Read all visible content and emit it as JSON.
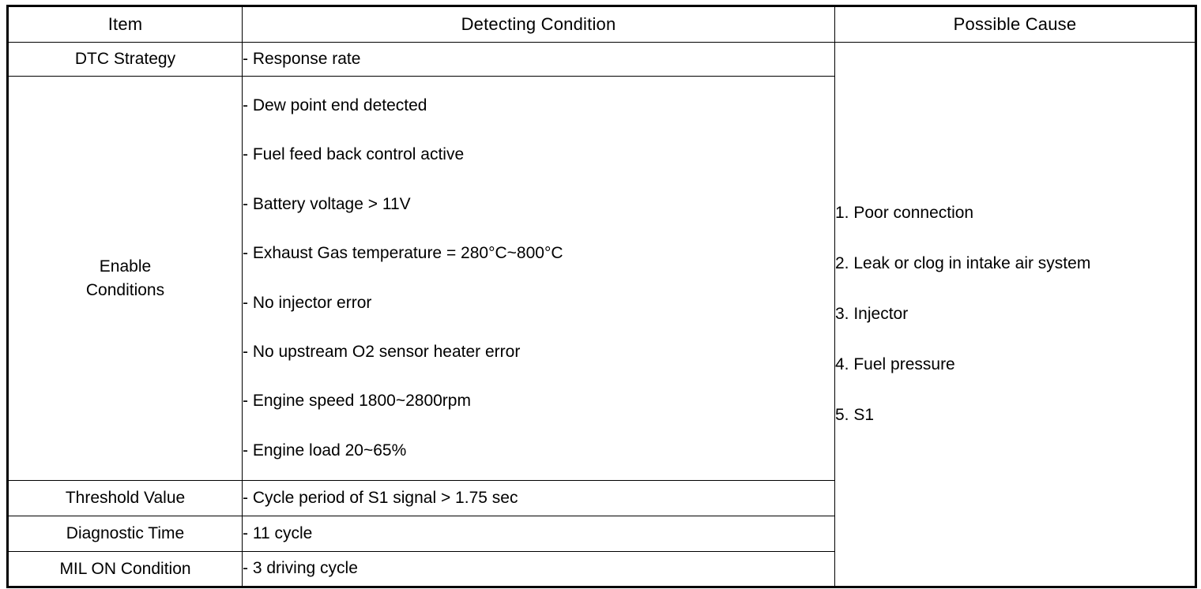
{
  "document": {
    "type": "dtc-diagnostic-table",
    "columns": [
      {
        "key": "item",
        "header": "Item"
      },
      {
        "key": "condition",
        "header": "Detecting Condition"
      },
      {
        "key": "cause",
        "header": "Possible Cause"
      }
    ]
  },
  "headers": {
    "item": "Item",
    "detecting_condition": "Detecting Condition",
    "possible_cause": "Possible Cause"
  },
  "rows": {
    "dtc_strategy": {
      "item": "DTC Strategy",
      "conditions": [
        "-  Response rate"
      ]
    },
    "enable_conditions": {
      "item_line1": "Enable",
      "item_line2": "Conditions",
      "conditions": [
        "-  Dew point end detected",
        "-  Fuel feed back control active",
        "-  Battery voltage > 11V",
        "-  Exhaust Gas temperature = 280°C~800°C",
        "-  No injector error",
        "-  No upstream O2 sensor heater error",
        "-  Engine speed 1800~2800rpm",
        "-  Engine load 20~65%"
      ]
    },
    "threshold_value": {
      "item": "Threshold Value",
      "conditions": [
        "- Cycle period of S1 signal > 1.75 sec"
      ]
    },
    "diagnostic_time": {
      "item": "Diagnostic Time",
      "conditions": [
        "- 11 cycle"
      ]
    },
    "mil_on_condition": {
      "item": "MIL ON Condition",
      "conditions": [
        "- 3 driving cycle"
      ]
    }
  },
  "possible_causes": [
    "1. Poor connection",
    "2. Leak or clog in intake air system",
    "3. Injector",
    "4. Fuel pressure",
    "5. S1"
  ],
  "colors": {
    "text": "#000000",
    "background": "#ffffff",
    "border": "#000000"
  }
}
